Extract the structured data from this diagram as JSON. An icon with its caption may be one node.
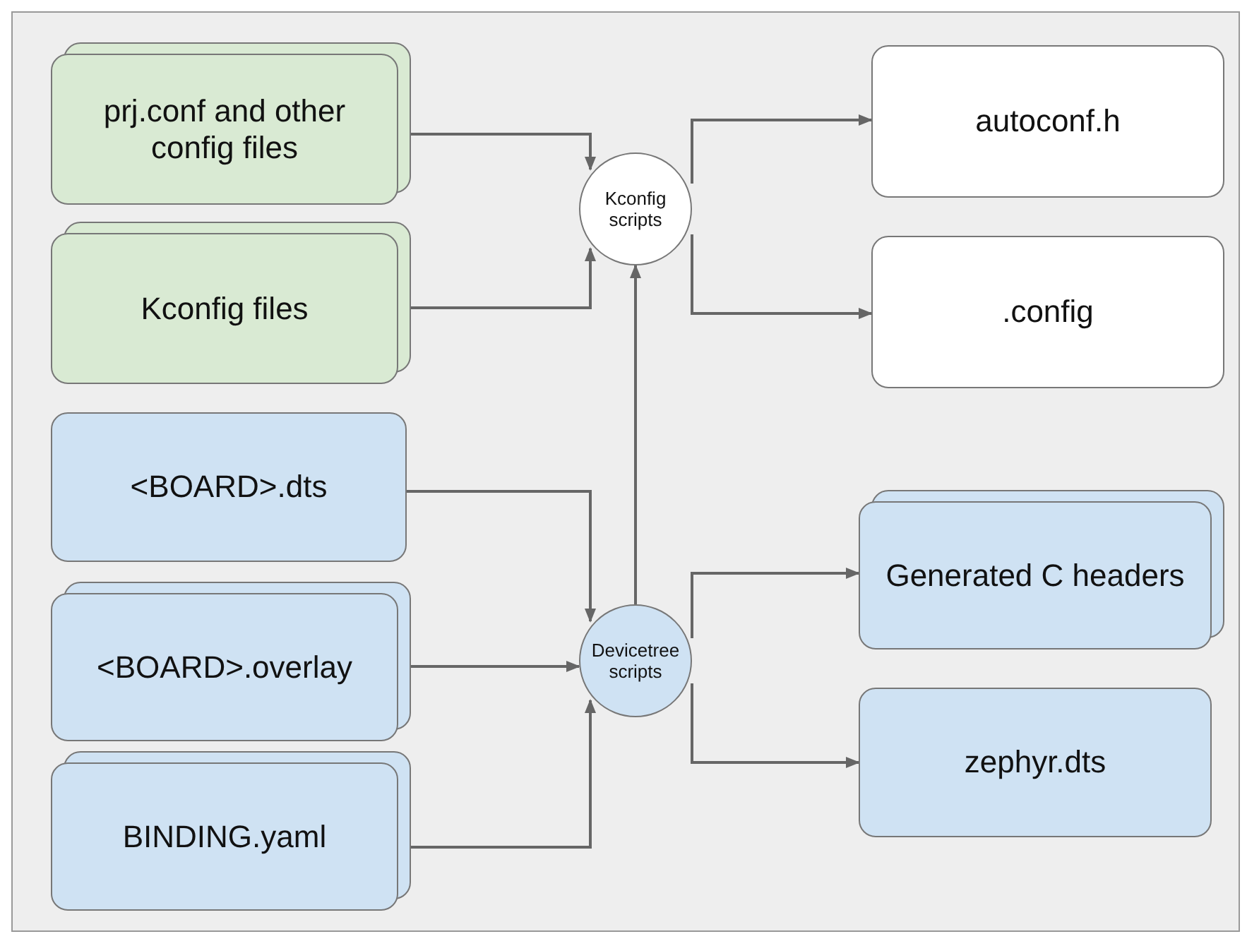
{
  "diagram": {
    "nodes": [
      {
        "text": [
          "prj.conf and other config files"
        ]
      },
      {
        "text": [
          "Kconfig files"
        ]
      },
      {
        "text": [
          "Kconfig scripts"
        ]
      },
      {
        "text": [
          "autoconf.h"
        ]
      },
      {
        "text": [
          ".config"
        ]
      },
      {
        "text": [
          "<BOARD>.dts"
        ]
      },
      {
        "text": [
          "<BOARD>.overlay"
        ]
      },
      {
        "text": [
          "BINDING.yaml"
        ]
      },
      {
        "text": [
          "Devicetree scripts"
        ]
      },
      {
        "text": [
          "Generated C headers"
        ]
      },
      {
        "text": [
          "zephyr.dts"
        ]
      }
    ],
    "edges": [
      {
        "from": 0,
        "to": 2,
        "arrow": "to"
      },
      {
        "from": 1,
        "to": 2,
        "arrow": "to"
      },
      {
        "from": 2,
        "to": 3,
        "arrow": "to"
      },
      {
        "from": 2,
        "to": 4,
        "arrow": "to"
      },
      {
        "from": 8,
        "to": 2,
        "arrow": "to"
      },
      {
        "from": 5,
        "to": 8,
        "arrow": "to"
      },
      {
        "from": 6,
        "to": 8,
        "arrow": "to"
      },
      {
        "from": 7,
        "to": 8,
        "arrow": "to"
      },
      {
        "from": 8,
        "to": 9,
        "arrow": "to"
      },
      {
        "from": 8,
        "to": 10,
        "arrow": "to"
      }
    ]
  }
}
